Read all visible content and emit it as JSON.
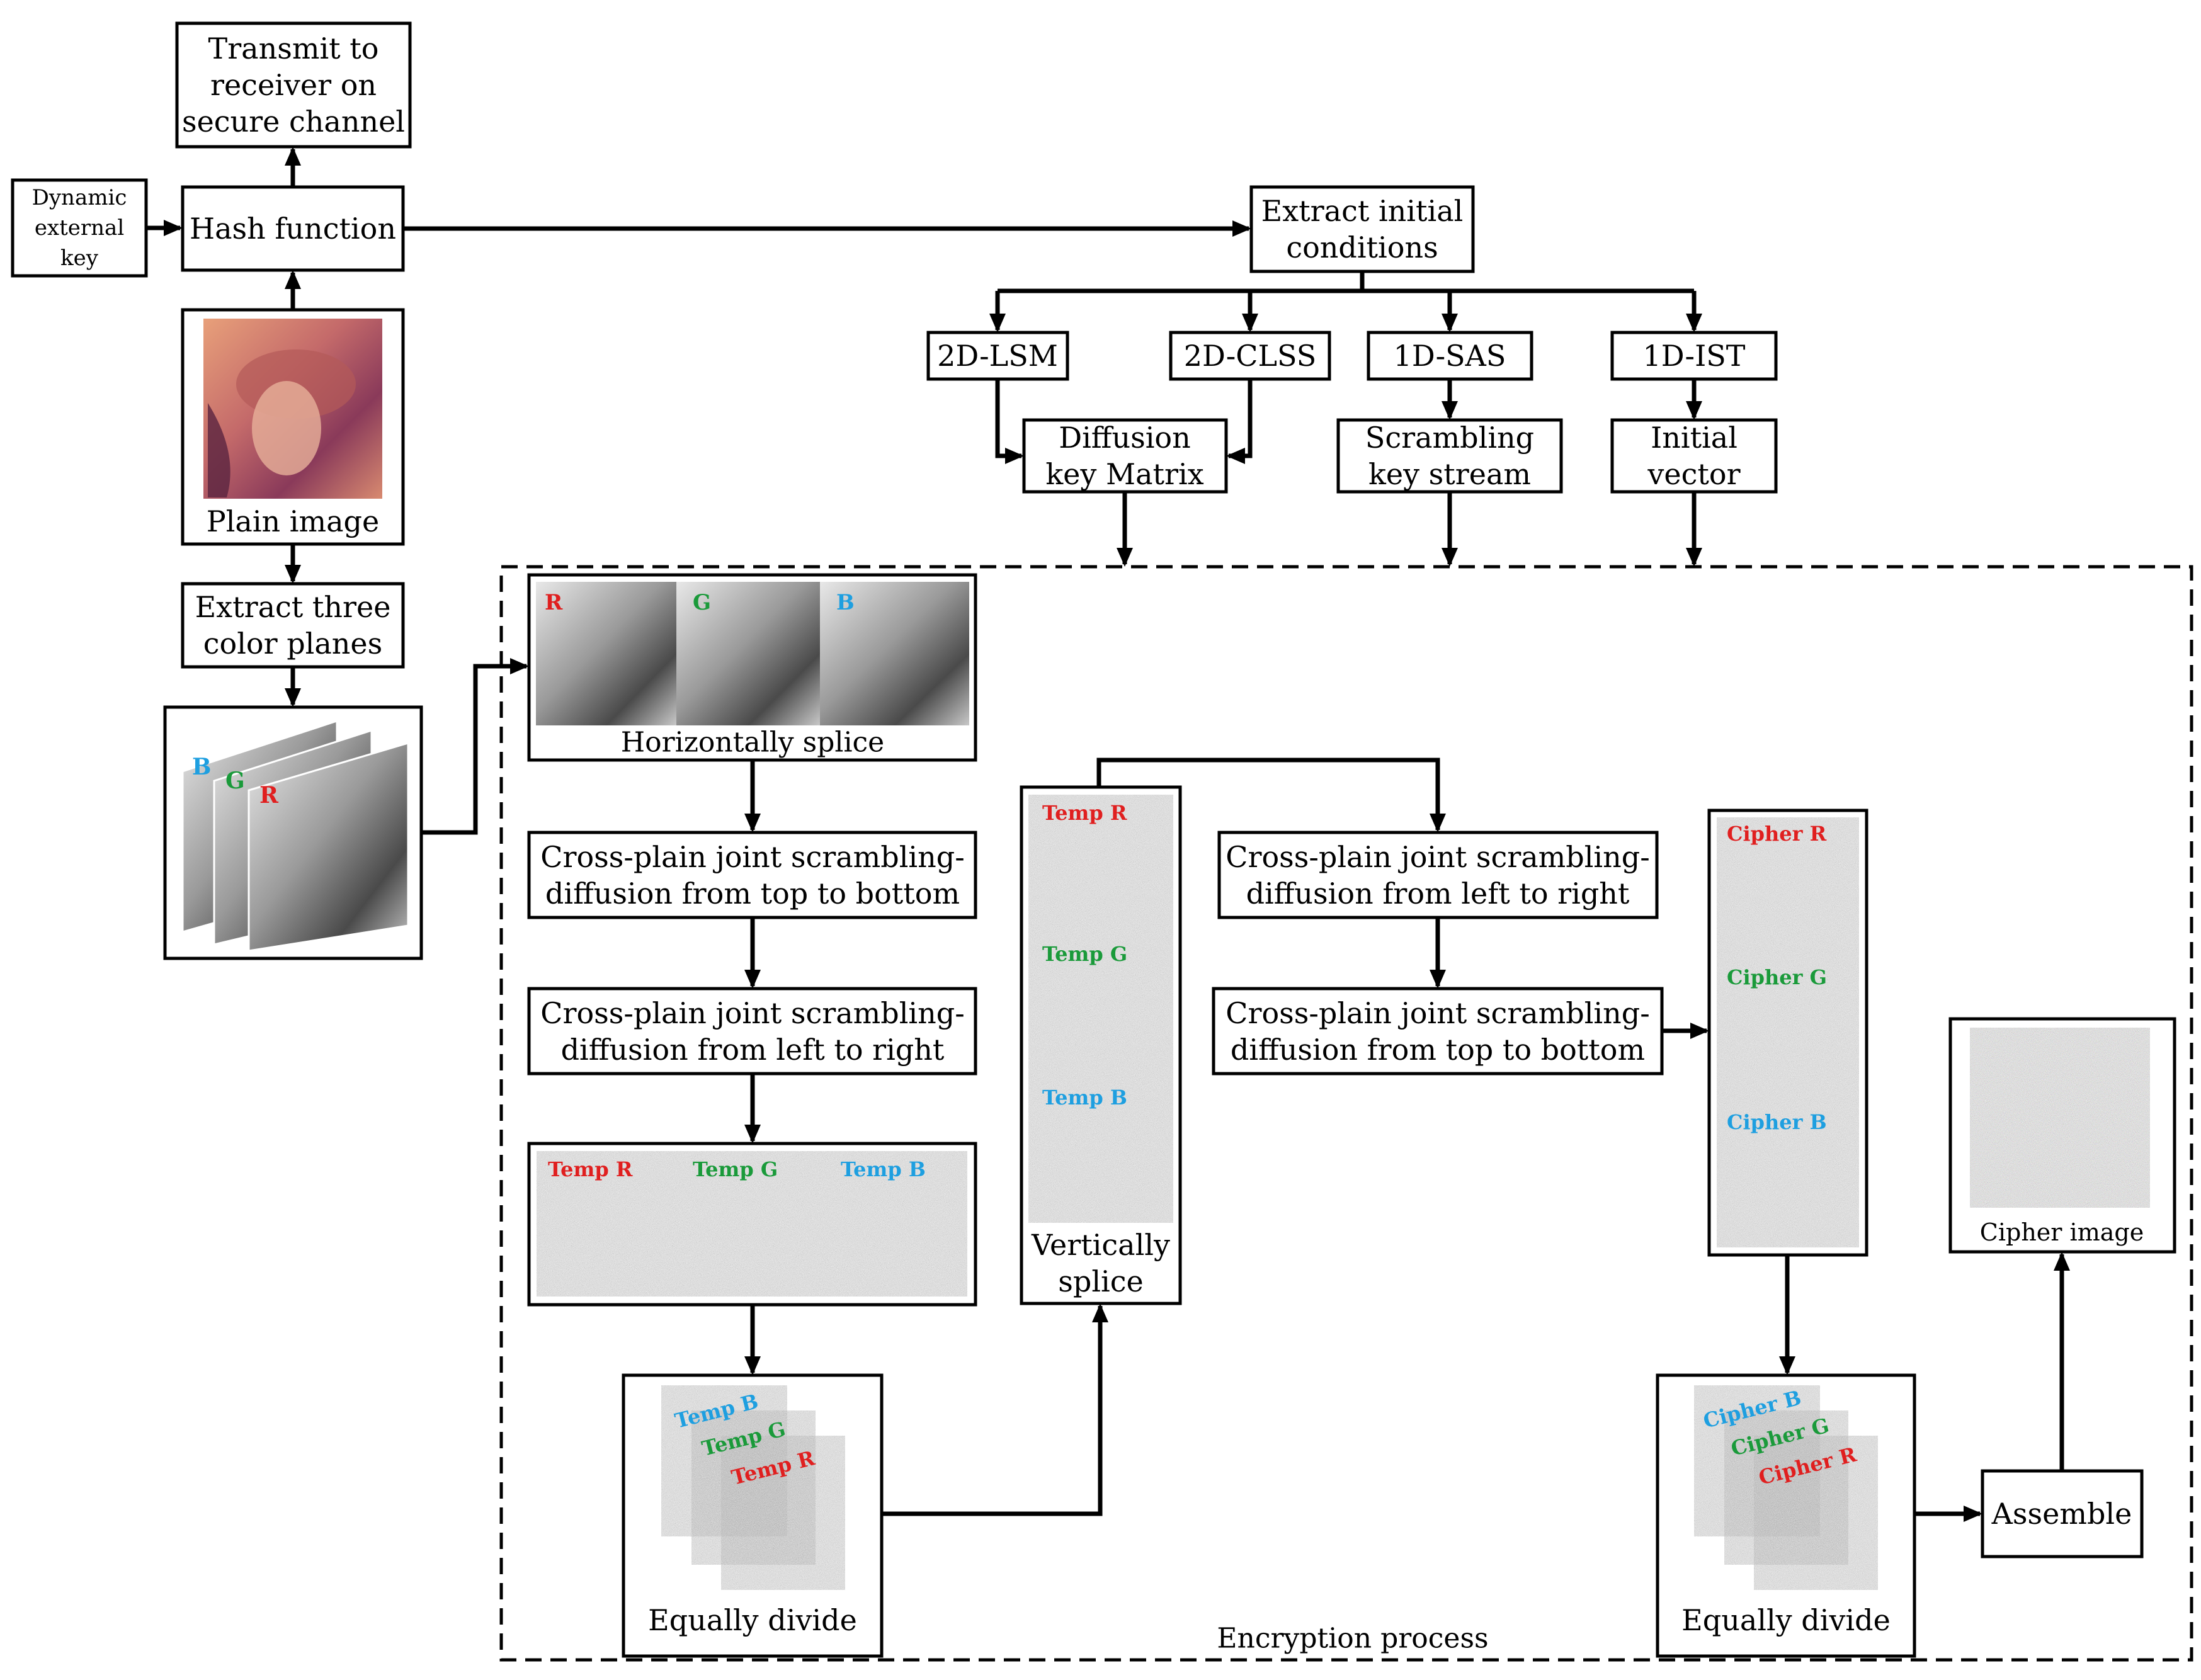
{
  "nodes": {
    "transmit": [
      "Transmit to",
      "receiver on",
      "secure channel"
    ],
    "dynamic_key": [
      "Dynamic",
      "external",
      "key"
    ],
    "hash": [
      "Hash function"
    ],
    "extract_ic": [
      "Extract initial",
      "conditions"
    ],
    "lsm": [
      "2D-LSM"
    ],
    "clss": [
      "2D-CLSS"
    ],
    "sas": [
      "1D-SAS"
    ],
    "ist": [
      "1D-IST"
    ],
    "diffusion_key": [
      "Diffusion",
      "key Matrix"
    ],
    "scrambling_key": [
      "Scrambling",
      "key stream"
    ],
    "initial_vector": [
      "Initial",
      "vector"
    ],
    "plain_image": [
      "Plain image"
    ],
    "extract_planes": [
      "Extract three",
      "color planes"
    ],
    "hsplice": [
      "Horizontally splice"
    ],
    "cpj1": [
      "Cross-plain joint scrambling-",
      "diffusion from top to bottom"
    ],
    "cpj2": [
      "Cross-plain joint scrambling-",
      "diffusion from left to right"
    ],
    "cpj3": [
      "Cross-plain joint scrambling-",
      "diffusion from left to right"
    ],
    "cpj4": [
      "Cross-plain joint scrambling-",
      "diffusion from top to bottom"
    ],
    "vsplice": [
      "Vertically",
      "splice"
    ],
    "equally1": [
      "Equally divide"
    ],
    "equally2": [
      "Equally divide"
    ],
    "assemble": [
      "Assemble"
    ],
    "cipher_image": [
      "Cipher image"
    ],
    "encryption": [
      "Encryption process"
    ]
  },
  "channel_labels": {
    "r": "R",
    "g": "G",
    "b": "B",
    "temp_r": "Temp R",
    "temp_g": "Temp G",
    "temp_b": "Temp B",
    "cipher_r": "Cipher R",
    "cipher_g": "Cipher G",
    "cipher_b": "Cipher B"
  },
  "colors": {
    "red": "#e01f1f",
    "green": "#1a9a3a",
    "blue": "#1e9fe0",
    "noise": "#8a8a8a"
  }
}
